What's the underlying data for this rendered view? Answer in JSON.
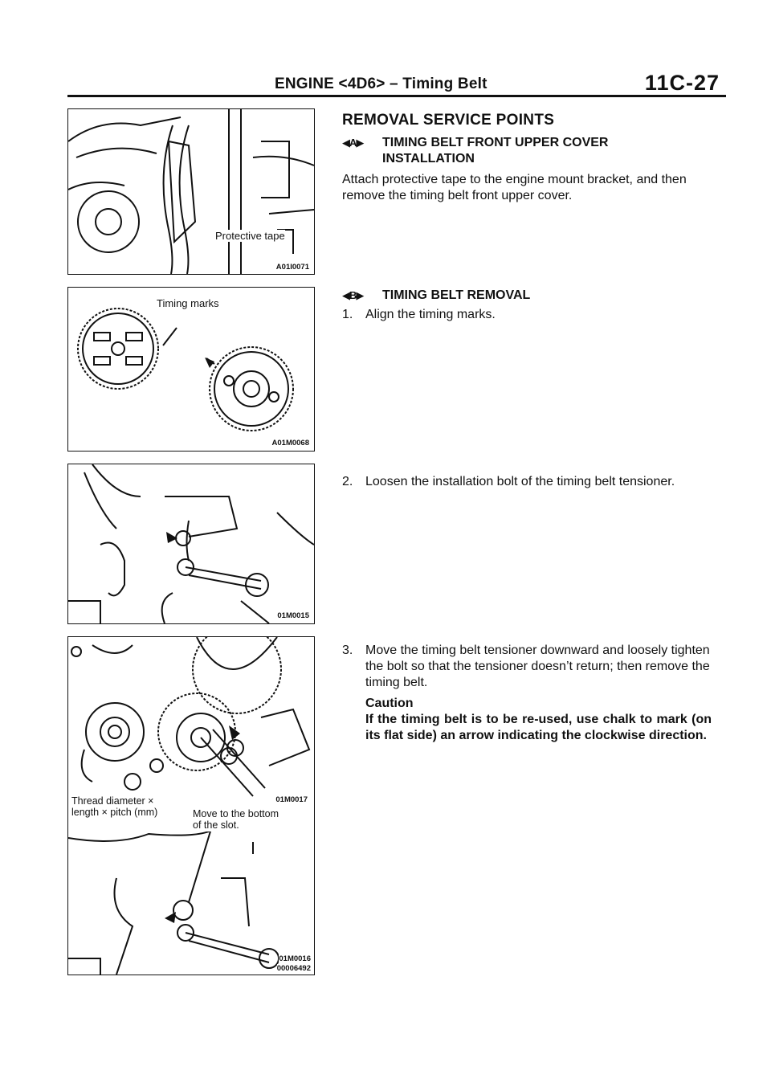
{
  "header": {
    "title": "ENGINE <4D6> – Timing Belt",
    "page_number": "11C-27"
  },
  "figures": [
    {
      "code": "A01I0071",
      "labels": [
        "Protective tape"
      ]
    },
    {
      "code": "A01M0068",
      "labels": [
        "Timing marks"
      ]
    },
    {
      "code": "01M0015",
      "labels": []
    },
    {
      "code": "01M0017",
      "code2": "01M0016",
      "code3": "00006492",
      "labels": [
        "Thread diameter ×",
        "length × pitch (mm)",
        "Move to the bottom",
        "of the slot."
      ]
    }
  ],
  "content": {
    "section_heading": "REMOVAL SERVICE POINTS",
    "step_a": {
      "marker": "◀A▶",
      "title_line1": "TIMING BELT FRONT UPPER COVER",
      "title_line2": "INSTALLATION",
      "body": "Attach protective tape to the engine mount bracket, and then remove the timing belt front upper cover."
    },
    "step_b": {
      "marker": "◀B▶",
      "title": "TIMING BELT REMOVAL",
      "items": [
        {
          "num": "1.",
          "text": "Align the timing marks."
        },
        {
          "num": "2.",
          "text": "Loosen the installation bolt of the timing belt tensioner."
        },
        {
          "num": "3.",
          "text": "Move the timing belt tensioner downward and loosely tighten the bolt so that the tensioner doesn’t return; then remove the timing belt."
        }
      ],
      "caution_title": "Caution",
      "caution_text": "If the timing belt is to be re-used, use chalk to mark (on its flat side) an arrow indicating the clockwise direction."
    }
  }
}
